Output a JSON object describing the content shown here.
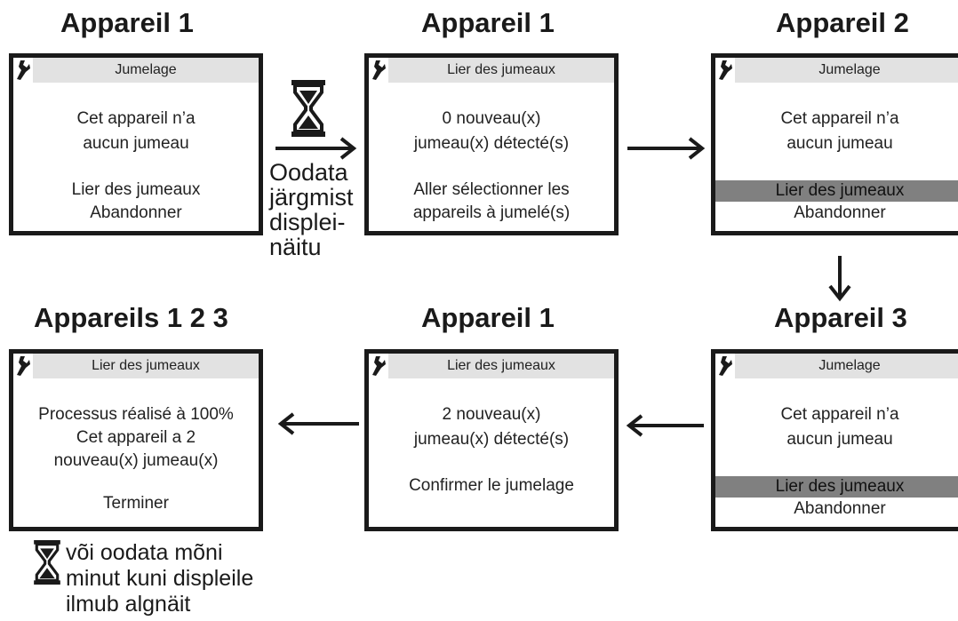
{
  "headings": {
    "screen1": "Appareil 1",
    "screen2": "Appareil 1",
    "screen3": "Appareil 2",
    "screen4": "Appareil 3",
    "screen5": "Appareil 1",
    "screen6": "Appareils 1 2 3"
  },
  "screens": {
    "s1": {
      "title": "Jumelage",
      "line1": "Cet appareil n’a",
      "line2": "aucun jumeau",
      "line3": "Lier des jumeaux",
      "line4": "Abandonner"
    },
    "s2": {
      "title": "Lier des jumeaux",
      "line1": "0 nouveau(x)",
      "line2": "jumeau(x) détecté(s)",
      "line3": "Aller sélectionner les",
      "line4": "appareils à jumelé(s)"
    },
    "s3": {
      "title": "Jumelage",
      "line1": "Cet appareil n’a",
      "line2": "aucun jumeau",
      "line3": "Lier des jumeaux",
      "line4": "Abandonner"
    },
    "s4": {
      "title": "Jumelage",
      "line1": "Cet appareil n’a",
      "line2": "aucun jumeau",
      "line3": "Lier des jumeaux",
      "line4": "Abandonner"
    },
    "s5": {
      "title": "Lier des jumeaux",
      "line1": "2 nouveau(x)",
      "line2": "jumeau(x) détecté(s)",
      "line3": "Confirmer le jumelage"
    },
    "s6": {
      "title": "Lier des jumeaux",
      "line1": "Processus réalisé à 100%",
      "line2": "Cet appareil a 2",
      "line3": "nouveau(x) jumeau(x)",
      "line4": "Terminer"
    }
  },
  "notes": {
    "wait_line1": "Oodata",
    "wait_line2": "järgmist",
    "wait_line3": "displei-",
    "wait_line4": "näitu",
    "timeout_line1": "või oodata mõni",
    "timeout_line2": "minut kuni displeile",
    "timeout_line3": "ilmub algnäit"
  },
  "icons": {
    "wrench": "wrench-icon",
    "hourglass": "hourglass-icon",
    "arrow": "arrow-icon"
  },
  "colors": {
    "highlight": "#808080",
    "title_bar": "#e2e2e2",
    "ink": "#1a1a1a"
  }
}
